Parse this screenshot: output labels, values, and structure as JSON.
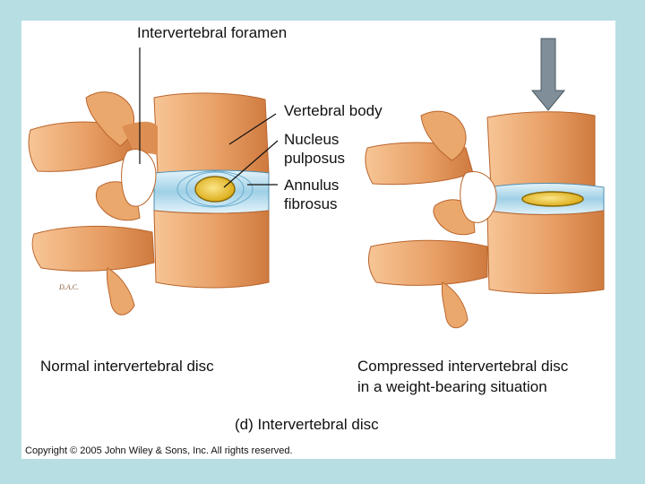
{
  "labels": {
    "intervertebral_foramen": "Intervertebral foramen",
    "vertebral_body": "Vertebral body",
    "nucleus_pulposus_line1": "Nucleus",
    "nucleus_pulposus_line2": "pulposus",
    "annulus_fibrosus_line1": "Annulus",
    "annulus_fibrosus_line2": "fibrosus"
  },
  "captions": {
    "normal": "Normal intervertebral disc",
    "compressed_line1": "Compressed intervertebral disc",
    "compressed_line2": "in a weight-bearing situation",
    "figure": "(d) Intervertebral disc"
  },
  "copyright": "Copyright © 2005 John Wiley & Sons, Inc.  All rights reserved.",
  "artist_signature": "D.A.C.",
  "colors": {
    "background": "#b7dfe3",
    "bone": "#e59a5c",
    "bone_dark": "#c66f35",
    "bone_light": "#f6c08f",
    "disc": "#a9d6e9",
    "nucleus": "#e8c11c",
    "arrow": "#7f8e98"
  }
}
